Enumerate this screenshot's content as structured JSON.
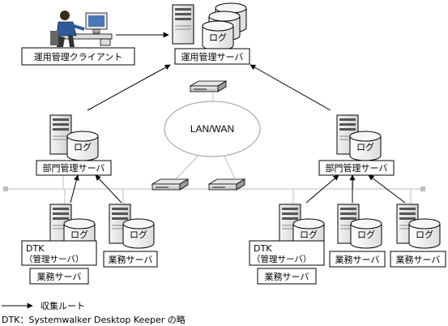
{
  "log_label": "ログ",
  "network_label": "LAN/WAN",
  "client_label": "運用管理クライアント",
  "top_server_label": "運用管理サーバ",
  "dept_server_left_label": "部門管理サーバ",
  "dept_server_right_label": "部門管理サーバ",
  "dtk_label_line1": "DTK",
  "dtk_label_line2": "（管理サーバ）",
  "business_server_label": "業務サーバ",
  "legend_collect_route": "収集ルート",
  "legend_dtk_abbrev": "DTK：Systemwalker Desktop Keeper の略"
}
